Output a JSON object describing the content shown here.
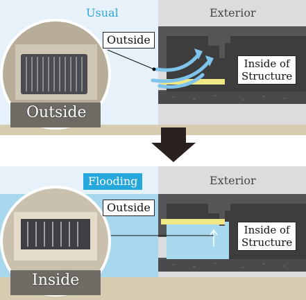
{
  "top": {
    "mode": "Usual",
    "exterior": "Exterior",
    "outside_label": "Outside",
    "inside_structure": [
      "Inside of",
      "Structure"
    ],
    "photo_caption": "Outside"
  },
  "bottom": {
    "mode": "Flooding",
    "exterior": "Exterior",
    "outside_label": "Outside",
    "inside_structure": [
      "Inside of",
      "Structure"
    ],
    "photo_caption": "Inside"
  },
  "colors": {
    "usual_bg": "#e6f1fa",
    "exterior_bg": "#dcdcdc",
    "structure": "#555555",
    "structure_dark": "#474747",
    "ground": "#d8ccb0",
    "water": "#a8d8ee",
    "vent_plate": "#f0e884",
    "mode_blue": "#27a8dc",
    "arrow": "#2a2220"
  },
  "icons": [
    "airflow-arrows-icon",
    "down-arrow-icon",
    "water-rise-arrow-icon"
  ]
}
